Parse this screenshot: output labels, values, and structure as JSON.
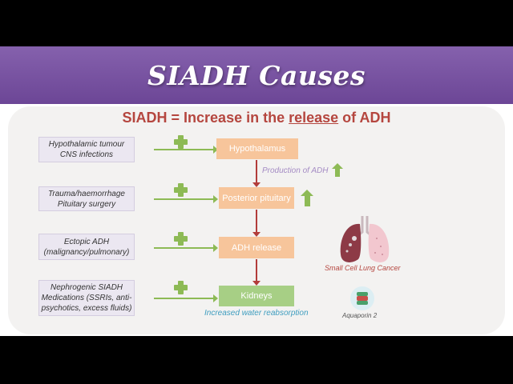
{
  "title": "SIADH Causes",
  "headline": {
    "prefix": "SIADH = Increase in the ",
    "underlined": "release",
    "suffix": " of ADH"
  },
  "causes": [
    {
      "lines": [
        "Hypothalamic tumour",
        "CNS infections"
      ]
    },
    {
      "lines": [
        "Trauma/haemorrhage",
        "Pituitary surgery"
      ]
    },
    {
      "lines": [
        "Ectopic ADH",
        "(malignancy/pulmonary)"
      ]
    },
    {
      "lines": [
        "Nephrogenic SIADH",
        "Medications (SSRIs, anti-",
        "psychotics, excess fluids)"
      ]
    }
  ],
  "pathway": [
    {
      "label": "Hypothalamus"
    },
    {
      "label": "Posterior pituitary"
    },
    {
      "label": "ADH release"
    },
    {
      "label": "Kidneys"
    }
  ],
  "annotations": {
    "production": "Production of ADH",
    "water": "Increased water reabsorption",
    "lung": "Small Cell Lung Cancer",
    "aquaporin": "Aquaporin 2"
  },
  "colors": {
    "banner": "#7a55a3",
    "headline": "#b5463f",
    "pathway_node": "#f7c59b",
    "kidney_node": "#a7cf85",
    "plus_arrow": "#8dba55",
    "down_arrow": "#b23c3a"
  },
  "icons": [
    "plus-icon",
    "up-arrow-icon",
    "lungs-icon",
    "aquaporin-icon"
  ]
}
